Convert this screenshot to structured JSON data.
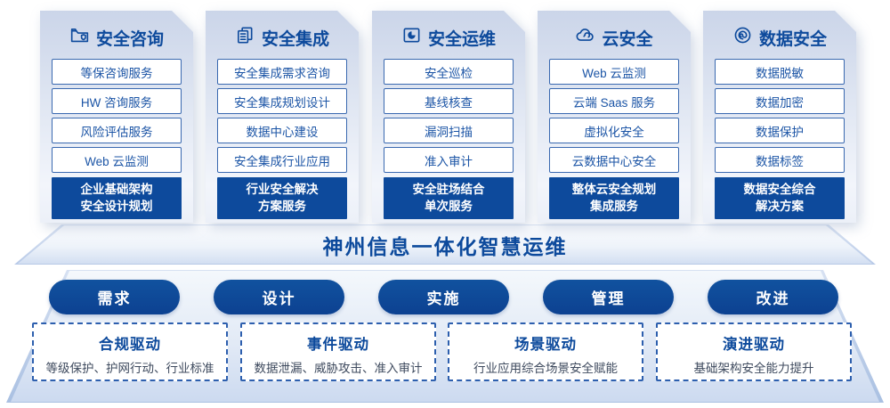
{
  "colors": {
    "primary_blue": "#0d4a9c",
    "item_border_blue": "#3a69b0",
    "item_text_blue": "#1c55a6",
    "card_bg_top": "#cbd5e9",
    "card_bg_bottom": "#ecf0f8",
    "platform_bg": "#dbe6f5",
    "driver_desc_text": "#3e4a5e",
    "highlight_bg": "#0d4a9c",
    "white": "#ffffff"
  },
  "columns": [
    {
      "title": "安全咨询",
      "icon": "folder-shield-icon",
      "items": [
        "等保咨询服务",
        "HW 咨询服务",
        "风险评估服务",
        "Web 云监测"
      ],
      "highlight": [
        "企业基础架构",
        "安全设计规划"
      ]
    },
    {
      "title": "安全集成",
      "icon": "documents-icon",
      "items": [
        "安全集成需求咨询",
        "安全集成规划设计",
        "数据中心建设",
        "安全集成行业应用"
      ],
      "highlight": [
        "行业安全解决",
        "方案服务"
      ]
    },
    {
      "title": "安全运维",
      "icon": "monitor-gauge-icon",
      "items": [
        "安全巡检",
        "基线核查",
        "漏洞扫描",
        "准入审计"
      ],
      "highlight": [
        "安全驻场结合",
        "单次服务"
      ]
    },
    {
      "title": "云安全",
      "icon": "cloud-icon",
      "items": [
        "Web 云监测",
        "云端 Saas 服务",
        "虚拟化安全",
        "云数据中心安全"
      ],
      "highlight": [
        "整体云安全规划",
        "集成服务"
      ]
    },
    {
      "title": "数据安全",
      "icon": "data-spiral-icon",
      "items": [
        "数据脱敏",
        "数据加密",
        "数据保护",
        "数据标签"
      ],
      "highlight": [
        "数据安全综合",
        "解决方案"
      ]
    }
  ],
  "banner": {
    "title": "神州信息一体化智慧运维"
  },
  "process_pills": [
    "需求",
    "设计",
    "实施",
    "管理",
    "改进"
  ],
  "drivers": [
    {
      "title": "合规驱动",
      "desc": "等级保护、护网行动、行业标准"
    },
    {
      "title": "事件驱动",
      "desc": "数据泄漏、威胁攻击、准入审计"
    },
    {
      "title": "场景驱动",
      "desc": "行业应用综合场景安全赋能"
    },
    {
      "title": "演进驱动",
      "desc": "基础架构安全能力提升"
    }
  ]
}
